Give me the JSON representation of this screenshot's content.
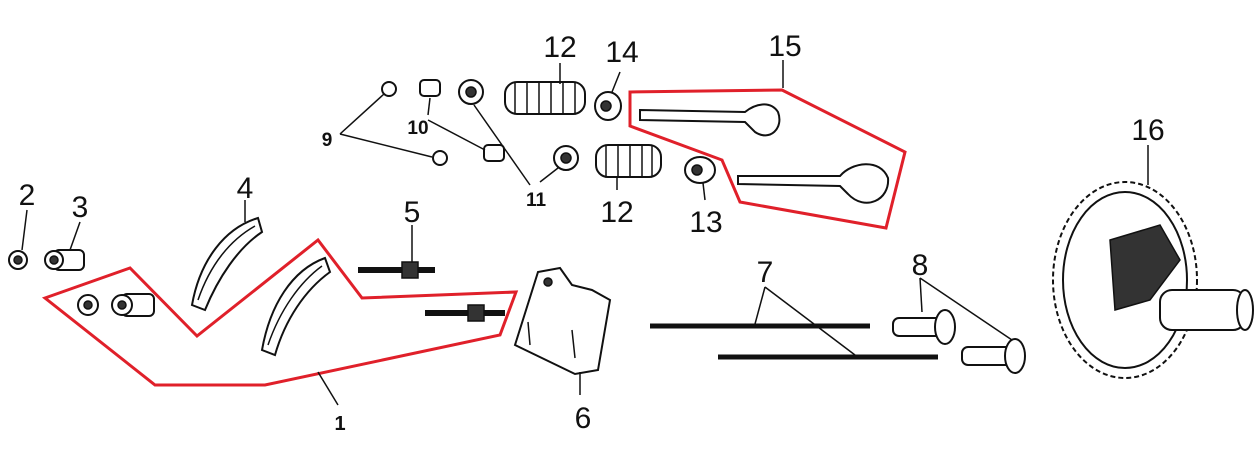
{
  "diagram": {
    "labels": {
      "p1": "1",
      "p2": "2",
      "p3": "3",
      "p4": "4",
      "p5": "5",
      "p6": "6",
      "p7": "7",
      "p8": "8",
      "p9": "9",
      "p10": "10",
      "p11": "11",
      "p12a": "12",
      "p12b": "12",
      "p13": "13",
      "p14": "14",
      "p15": "15",
      "p16": "16"
    },
    "colors": {
      "group_outline": "#e0202a",
      "line": "#111111"
    }
  }
}
